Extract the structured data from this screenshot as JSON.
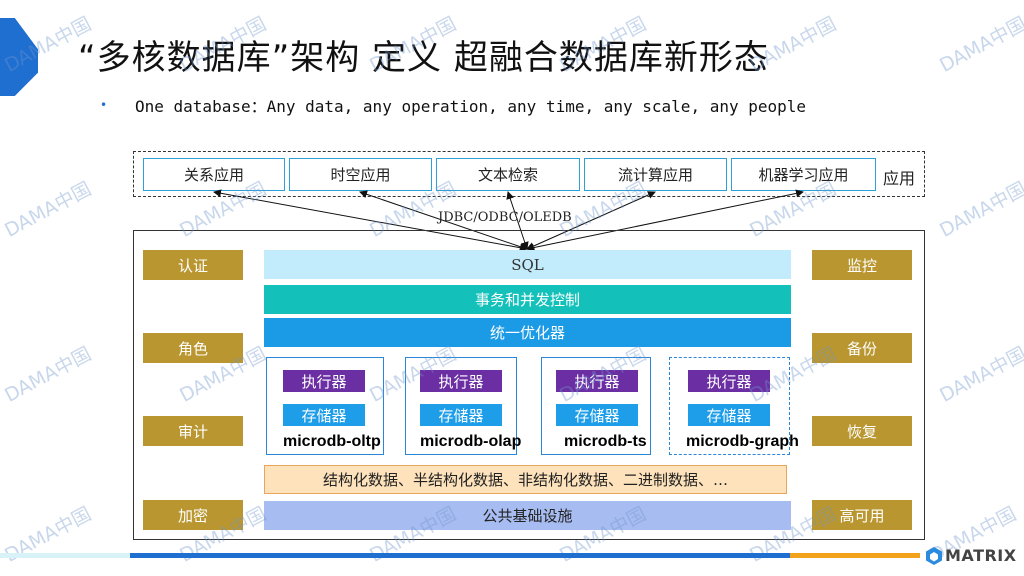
{
  "title": "“多核数据库”架构 定义 超融合数据库新形态",
  "bullet": "One database：Any data, any operation, any time, any scale, any people",
  "apps": [
    "关系应用",
    "时空应用",
    "文本检索",
    "流计算应用",
    "机器学习应用"
  ],
  "apps_label": "应用",
  "interface": "JDBC/ODBC/OLEDB",
  "left_boxes": [
    "认证",
    "角色",
    "审计",
    "加密"
  ],
  "right_boxes": [
    "监控",
    "备份",
    "恢复",
    "高可用"
  ],
  "layers": {
    "sql": "SQL",
    "transaction": "事务和并发控制",
    "optimizer": "统一优化器",
    "data": "结构化数据、半结构化数据、非结构化数据、二进制数据、…",
    "infra": "公共基础设施"
  },
  "engines": [
    {
      "executor": "执行器",
      "storage": "存储器",
      "name": "microdb-oltp"
    },
    {
      "executor": "执行器",
      "storage": "存储器",
      "name": "microdb-olap"
    },
    {
      "executor": "执行器",
      "storage": "存储器",
      "name": "microdb-ts"
    },
    {
      "executor": "执行器",
      "storage": "存储器",
      "name": "microdb-graph"
    }
  ],
  "watermark": "DAMA中国",
  "logo": "MATRIX",
  "colors": {
    "accent": "#1f6fd1",
    "gold": "#b9962f",
    "teal": "#14c1ba",
    "blue": "#1b9ae6",
    "purple": "#6b2fa3"
  }
}
